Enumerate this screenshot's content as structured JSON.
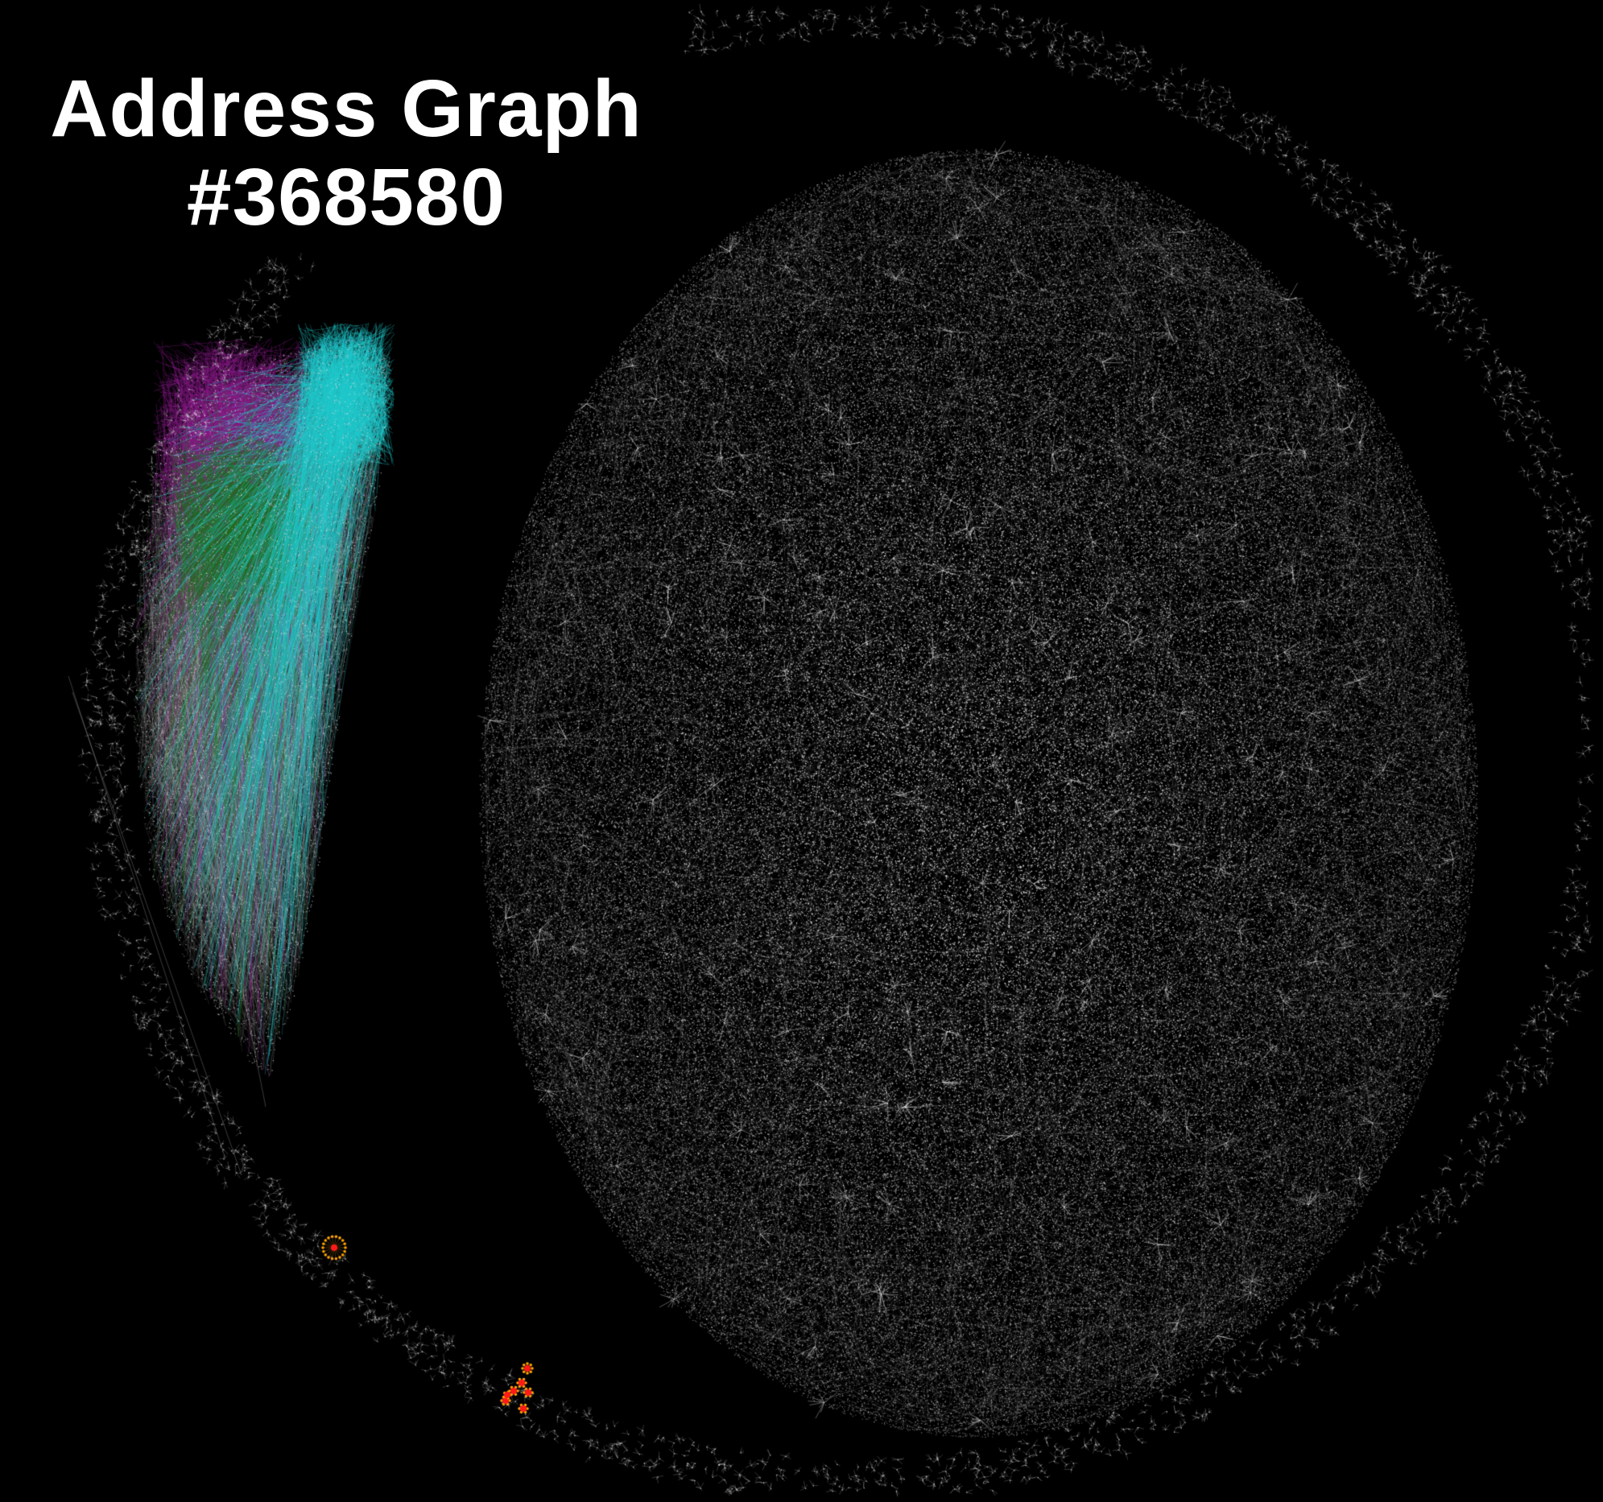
{
  "title": {
    "line1": "Address Graph",
    "line2": "#368580"
  },
  "colors": {
    "background": "#000000",
    "text": "#ffffff",
    "main_cluster": "#ffffff",
    "sub_cluster_white": "#dcdcdc",
    "community_cyan": "#1fc9cc",
    "community_purple": "#8a1a8a",
    "community_green": "#1f6e1f",
    "highlight_red": "#ff1a1a",
    "highlight_orange": "#ffa500"
  },
  "components": [
    {
      "name": "main-cluster",
      "color": "main_cluster"
    },
    {
      "name": "secondary-cluster",
      "color": "sub_cluster_white",
      "communities": [
        "community_cyan",
        "community_purple",
        "community_green"
      ]
    },
    {
      "name": "peripheral-ring",
      "color": "main_cluster"
    },
    {
      "name": "highlighted-nodes",
      "color": "highlight_red",
      "ring_color": "highlight_orange"
    }
  ]
}
